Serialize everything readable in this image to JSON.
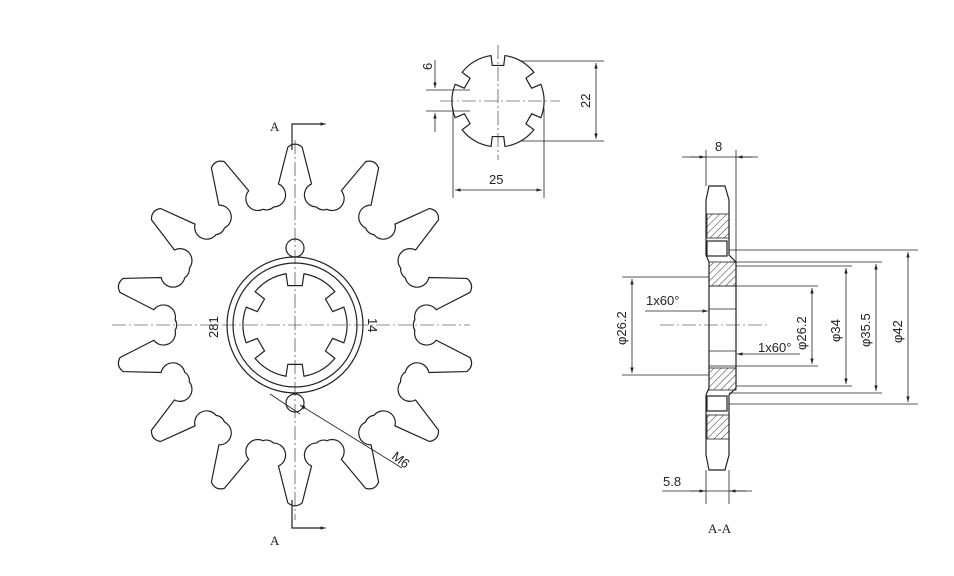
{
  "drawing": {
    "section_marks": {
      "top": "A",
      "bottom": "A",
      "section_label": "A-A"
    },
    "front_view": {
      "teeth_label": "14",
      "pitch_label": "281",
      "thread_label": "M6"
    },
    "spline_view": {
      "width_label": "25",
      "height_label": "22",
      "key_label": "6"
    },
    "section_view": {
      "width_label": "8",
      "offset_label": "5.8",
      "chamfer_left": "1x60°",
      "chamfer_right": "1x60°",
      "dia_left": "φ26.2",
      "dia_bore": "φ26.2",
      "dia_hub": "φ34",
      "dia_mid": "φ35.5",
      "dia_outer": "φ42"
    }
  }
}
